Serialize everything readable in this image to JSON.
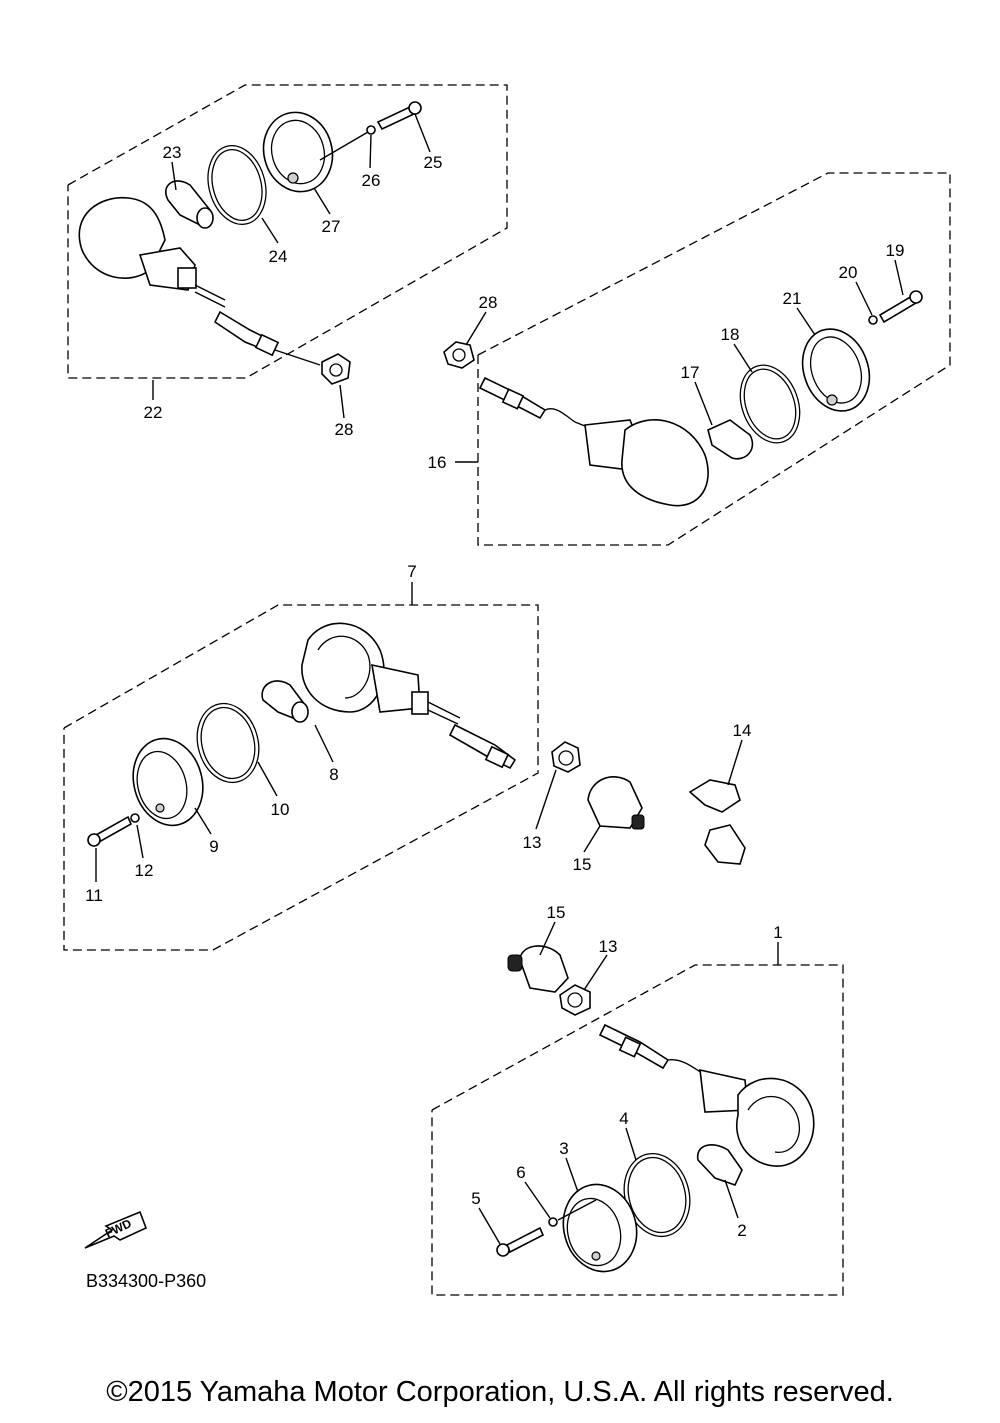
{
  "diagram": {
    "code": "B334300-P360",
    "fwd_label": "FWD",
    "copyright": "©2015 Yamaha Motor Corporation, U.S.A. All rights reserved.",
    "callouts": [
      {
        "id": "c23",
        "text": "23"
      },
      {
        "id": "c24",
        "text": "24"
      },
      {
        "id": "c27",
        "text": "27"
      },
      {
        "id": "c26",
        "text": "26"
      },
      {
        "id": "c25",
        "text": "25"
      },
      {
        "id": "c22",
        "text": "22"
      },
      {
        "id": "c28a",
        "text": "28"
      },
      {
        "id": "c28b",
        "text": "28"
      },
      {
        "id": "c19",
        "text": "19"
      },
      {
        "id": "c20",
        "text": "20"
      },
      {
        "id": "c21",
        "text": "21"
      },
      {
        "id": "c18",
        "text": "18"
      },
      {
        "id": "c17",
        "text": "17"
      },
      {
        "id": "c16",
        "text": "16"
      },
      {
        "id": "c7",
        "text": "7"
      },
      {
        "id": "c8",
        "text": "8"
      },
      {
        "id": "c10",
        "text": "10"
      },
      {
        "id": "c9",
        "text": "9"
      },
      {
        "id": "c12",
        "text": "12"
      },
      {
        "id": "c11",
        "text": "11"
      },
      {
        "id": "c14",
        "text": "14"
      },
      {
        "id": "c13a",
        "text": "13"
      },
      {
        "id": "c15a",
        "text": "15"
      },
      {
        "id": "c15b",
        "text": "15"
      },
      {
        "id": "c13b",
        "text": "13"
      },
      {
        "id": "c1",
        "text": "1"
      },
      {
        "id": "c4",
        "text": "4"
      },
      {
        "id": "c3",
        "text": "3"
      },
      {
        "id": "c6",
        "text": "6"
      },
      {
        "id": "c5",
        "text": "5"
      },
      {
        "id": "c2",
        "text": "2"
      }
    ]
  }
}
